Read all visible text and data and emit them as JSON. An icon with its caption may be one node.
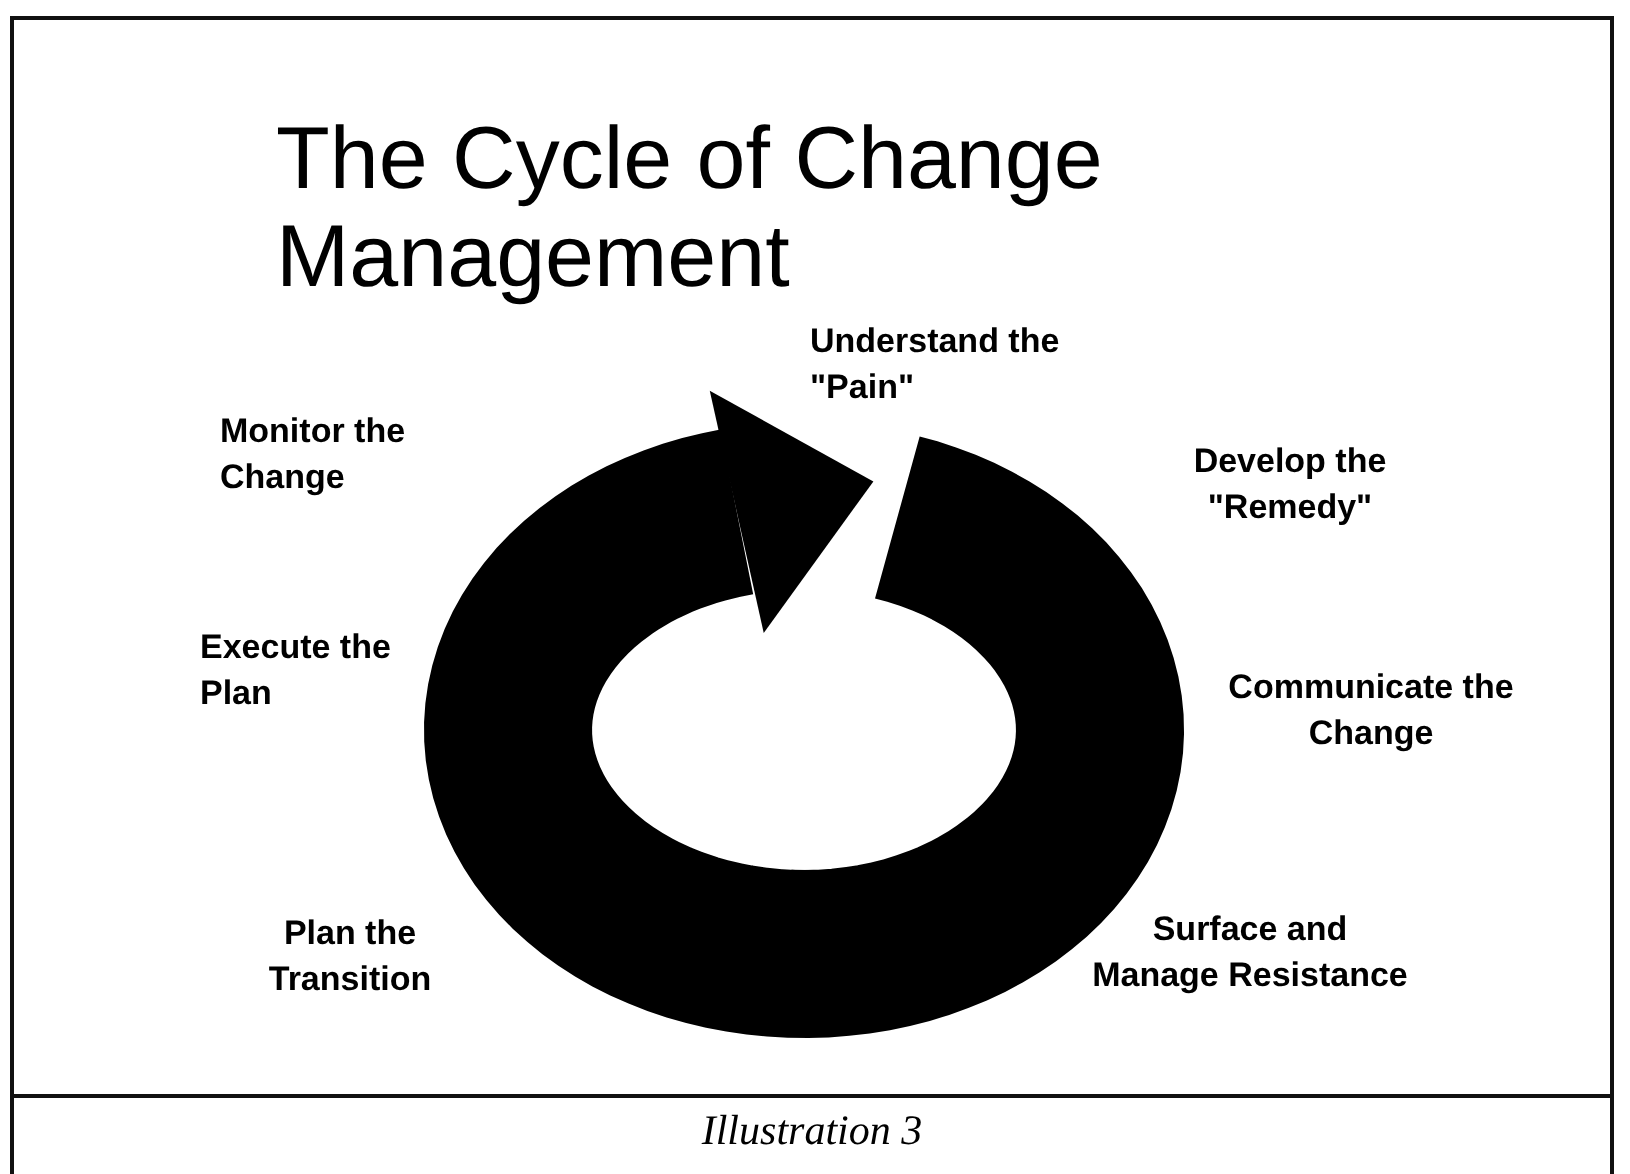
{
  "diagram": {
    "title": "The Cycle of Change Management",
    "caption": "Illustration 3",
    "labels": [
      "Understand the \"Pain\"",
      "Monitor the Change",
      "Develop the \"Remedy\"",
      "Execute the Plan",
      "Communicate the Change",
      "Plan the Transition",
      "Surface and Manage Resistance"
    ]
  }
}
